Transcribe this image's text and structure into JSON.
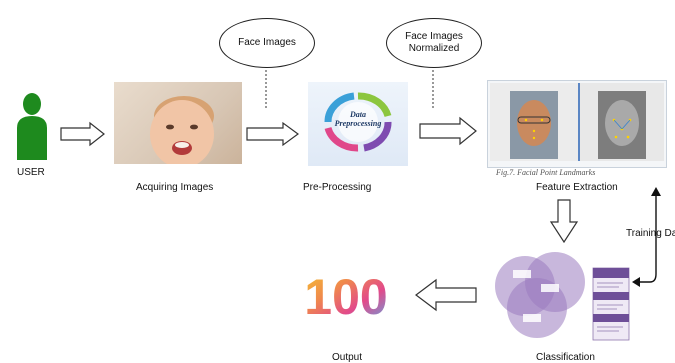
{
  "user": {
    "label": "USER"
  },
  "stages": {
    "acquiring": {
      "label": "Acquiring Images"
    },
    "preprocessing": {
      "label": "Pre-Processing",
      "graphic_text_line1": "Data",
      "graphic_text_line2": "Preprocessing"
    },
    "feature_extraction": {
      "label": "Feature Extraction",
      "caption": "Fig.7. Facial Point Landmarks"
    },
    "classification": {
      "label": "Classification"
    },
    "output": {
      "label": "Output",
      "value": "100"
    }
  },
  "bubbles": {
    "face_images": "Face Images",
    "face_images_normalized_line1": "Face Images",
    "face_images_normalized_line2": "Normalized"
  },
  "training": {
    "label": "Training Da"
  },
  "colors": {
    "user_green": "#1e8a1e",
    "arrow_fill": "#ffffff",
    "arrow_stroke": "#333333",
    "venn_purple": "#9b7cbf"
  }
}
